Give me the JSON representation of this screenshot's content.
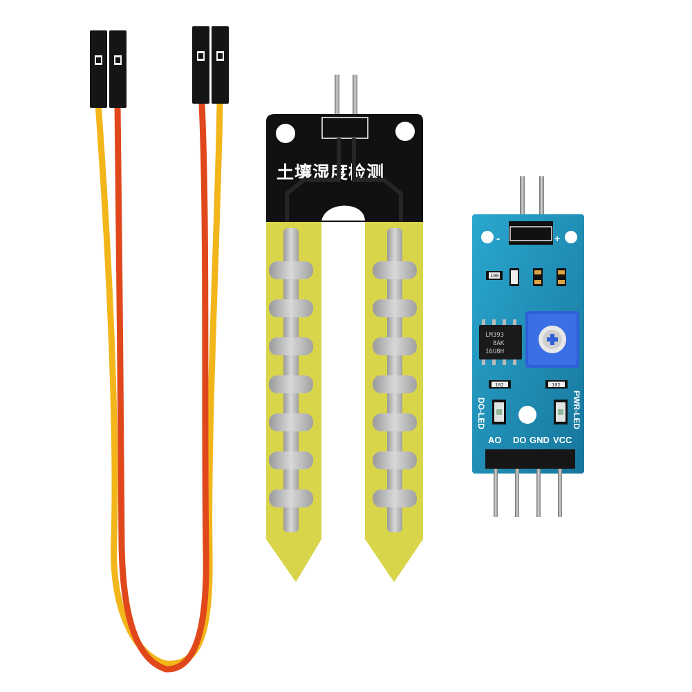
{
  "probe": {
    "title": "土壤湿度检测"
  },
  "module": {
    "chip": {
      "line1": "LM393",
      "line2": "8AK",
      "line3": "16U8H"
    },
    "resistor_codes": [
      "100",
      "102",
      "102"
    ],
    "led_labels": {
      "left": "DO-LED",
      "right": "PWR-LED"
    },
    "pin_labels": {
      "ao": "AO",
      "do": "DO",
      "gnd": "GND",
      "vcc": "VCC"
    },
    "power_marks": {
      "minus": "-",
      "plus": "+"
    }
  },
  "colors": {
    "background": "#ffffff",
    "probe_black": "#111111",
    "probe_yellow": "#d9d54a",
    "module_blue": "#1f8fb8",
    "wire_orange": "#e0481c",
    "wire_yellow": "#f2b51a",
    "potentiometer_blue": "#2f5fd8"
  }
}
